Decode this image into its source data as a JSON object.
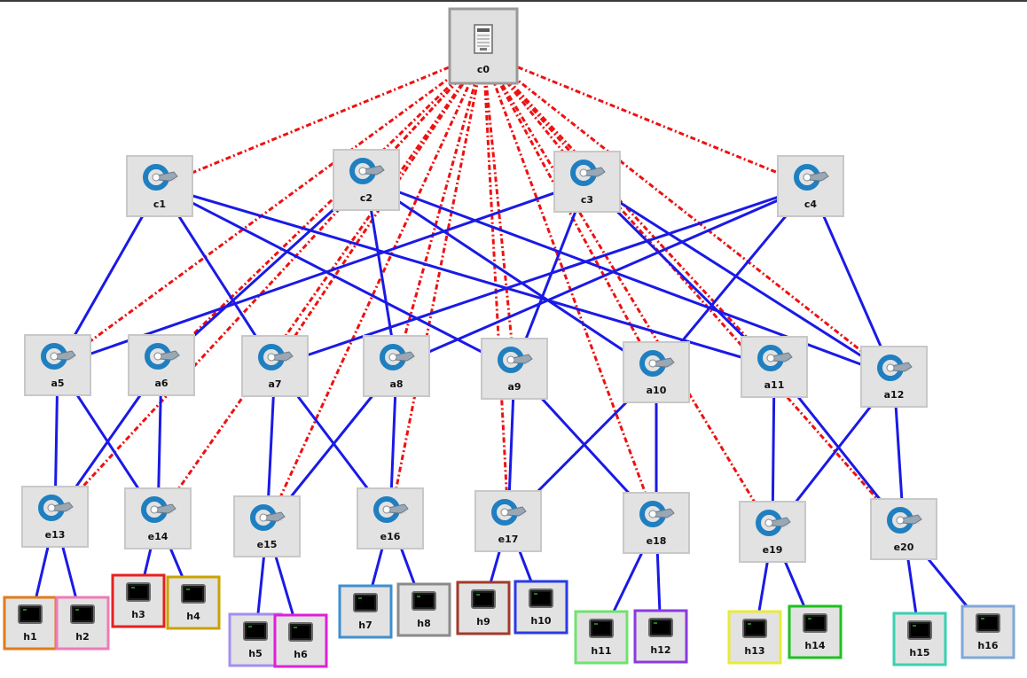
{
  "colors": {
    "data_link": "#1a1ae6",
    "control_link": "#ee1111",
    "switch_icon": "#1f7fc0"
  },
  "controller": {
    "name": "c0",
    "icon": "server-icon"
  },
  "switches": [
    {
      "name": "c1",
      "icon": "switch-icon"
    },
    {
      "name": "c2",
      "icon": "switch-icon"
    },
    {
      "name": "c3",
      "icon": "switch-icon"
    },
    {
      "name": "c4",
      "icon": "switch-icon"
    },
    {
      "name": "a5",
      "icon": "switch-icon"
    },
    {
      "name": "a6",
      "icon": "switch-icon"
    },
    {
      "name": "a7",
      "icon": "switch-icon"
    },
    {
      "name": "a8",
      "icon": "switch-icon"
    },
    {
      "name": "a9",
      "icon": "switch-icon"
    },
    {
      "name": "a10",
      "icon": "switch-icon"
    },
    {
      "name": "a11",
      "icon": "switch-icon"
    },
    {
      "name": "a12",
      "icon": "switch-icon"
    },
    {
      "name": "e13",
      "icon": "switch-icon"
    },
    {
      "name": "e14",
      "icon": "switch-icon"
    },
    {
      "name": "e15",
      "icon": "switch-icon"
    },
    {
      "name": "e16",
      "icon": "switch-icon"
    },
    {
      "name": "e17",
      "icon": "switch-icon"
    },
    {
      "name": "e18",
      "icon": "switch-icon"
    },
    {
      "name": "e19",
      "icon": "switch-icon"
    },
    {
      "name": "e20",
      "icon": "switch-icon"
    }
  ],
  "hosts": [
    {
      "name": "h1",
      "border": "#e07b1a",
      "icon": "terminal-icon"
    },
    {
      "name": "h2",
      "border": "#f07ab8",
      "icon": "terminal-icon"
    },
    {
      "name": "h3",
      "border": "#e81f1f",
      "icon": "terminal-icon"
    },
    {
      "name": "h4",
      "border": "#c9a300",
      "icon": "terminal-icon"
    },
    {
      "name": "h5",
      "border": "#a48ff0",
      "icon": "terminal-icon"
    },
    {
      "name": "h6",
      "border": "#e01fd8",
      "icon": "terminal-icon"
    },
    {
      "name": "h7",
      "border": "#3f8fd0",
      "icon": "terminal-icon"
    },
    {
      "name": "h8",
      "border": "#8a8a8a",
      "icon": "terminal-icon"
    },
    {
      "name": "h9",
      "border": "#a33a2a",
      "icon": "terminal-icon"
    },
    {
      "name": "h10",
      "border": "#2a3ae8",
      "icon": "terminal-icon"
    },
    {
      "name": "h11",
      "border": "#6fe36f",
      "icon": "terminal-icon"
    },
    {
      "name": "h12",
      "border": "#8a3ae0",
      "icon": "terminal-icon"
    },
    {
      "name": "h13",
      "border": "#eaea3a",
      "icon": "terminal-icon"
    },
    {
      "name": "h14",
      "border": "#1fc01f",
      "icon": "terminal-icon"
    },
    {
      "name": "h15",
      "border": "#3ad0b0",
      "icon": "terminal-icon"
    },
    {
      "name": "h16",
      "border": "#7fa8d8",
      "icon": "terminal-icon"
    }
  ],
  "data_links": [
    [
      "c1",
      "a5"
    ],
    [
      "c1",
      "a7"
    ],
    [
      "c1",
      "a9"
    ],
    [
      "c1",
      "a11"
    ],
    [
      "c2",
      "a6"
    ],
    [
      "c2",
      "a8"
    ],
    [
      "c2",
      "a10"
    ],
    [
      "c2",
      "a12"
    ],
    [
      "c3",
      "a5"
    ],
    [
      "c3",
      "a9"
    ],
    [
      "c3",
      "a11"
    ],
    [
      "c3",
      "a12"
    ],
    [
      "c4",
      "a7"
    ],
    [
      "c4",
      "a10"
    ],
    [
      "c4",
      "a12"
    ],
    [
      "c4",
      "a8"
    ],
    [
      "a5",
      "e13"
    ],
    [
      "a5",
      "e14"
    ],
    [
      "a6",
      "e13"
    ],
    [
      "a6",
      "e14"
    ],
    [
      "a7",
      "e15"
    ],
    [
      "a7",
      "e16"
    ],
    [
      "a8",
      "e15"
    ],
    [
      "a8",
      "e16"
    ],
    [
      "a9",
      "e17"
    ],
    [
      "a9",
      "e18"
    ],
    [
      "a10",
      "e17"
    ],
    [
      "a10",
      "e18"
    ],
    [
      "a11",
      "e19"
    ],
    [
      "a11",
      "e20"
    ],
    [
      "a12",
      "e19"
    ],
    [
      "a12",
      "e20"
    ],
    [
      "e13",
      "h1"
    ],
    [
      "e13",
      "h2"
    ],
    [
      "e14",
      "h3"
    ],
    [
      "e14",
      "h4"
    ],
    [
      "e15",
      "h5"
    ],
    [
      "e15",
      "h6"
    ],
    [
      "e16",
      "h7"
    ],
    [
      "e16",
      "h8"
    ],
    [
      "e17",
      "h9"
    ],
    [
      "e17",
      "h10"
    ],
    [
      "e18",
      "h11"
    ],
    [
      "e18",
      "h12"
    ],
    [
      "e19",
      "h13"
    ],
    [
      "e19",
      "h14"
    ],
    [
      "e20",
      "h15"
    ],
    [
      "e20",
      "h16"
    ]
  ],
  "control_links": [
    "c1",
    "c2",
    "c3",
    "c4",
    "a5",
    "a6",
    "a7",
    "a8",
    "a9",
    "a10",
    "a11",
    "a12",
    "e13",
    "e14",
    "e15",
    "e16",
    "e17",
    "e18",
    "e19",
    "e20"
  ]
}
